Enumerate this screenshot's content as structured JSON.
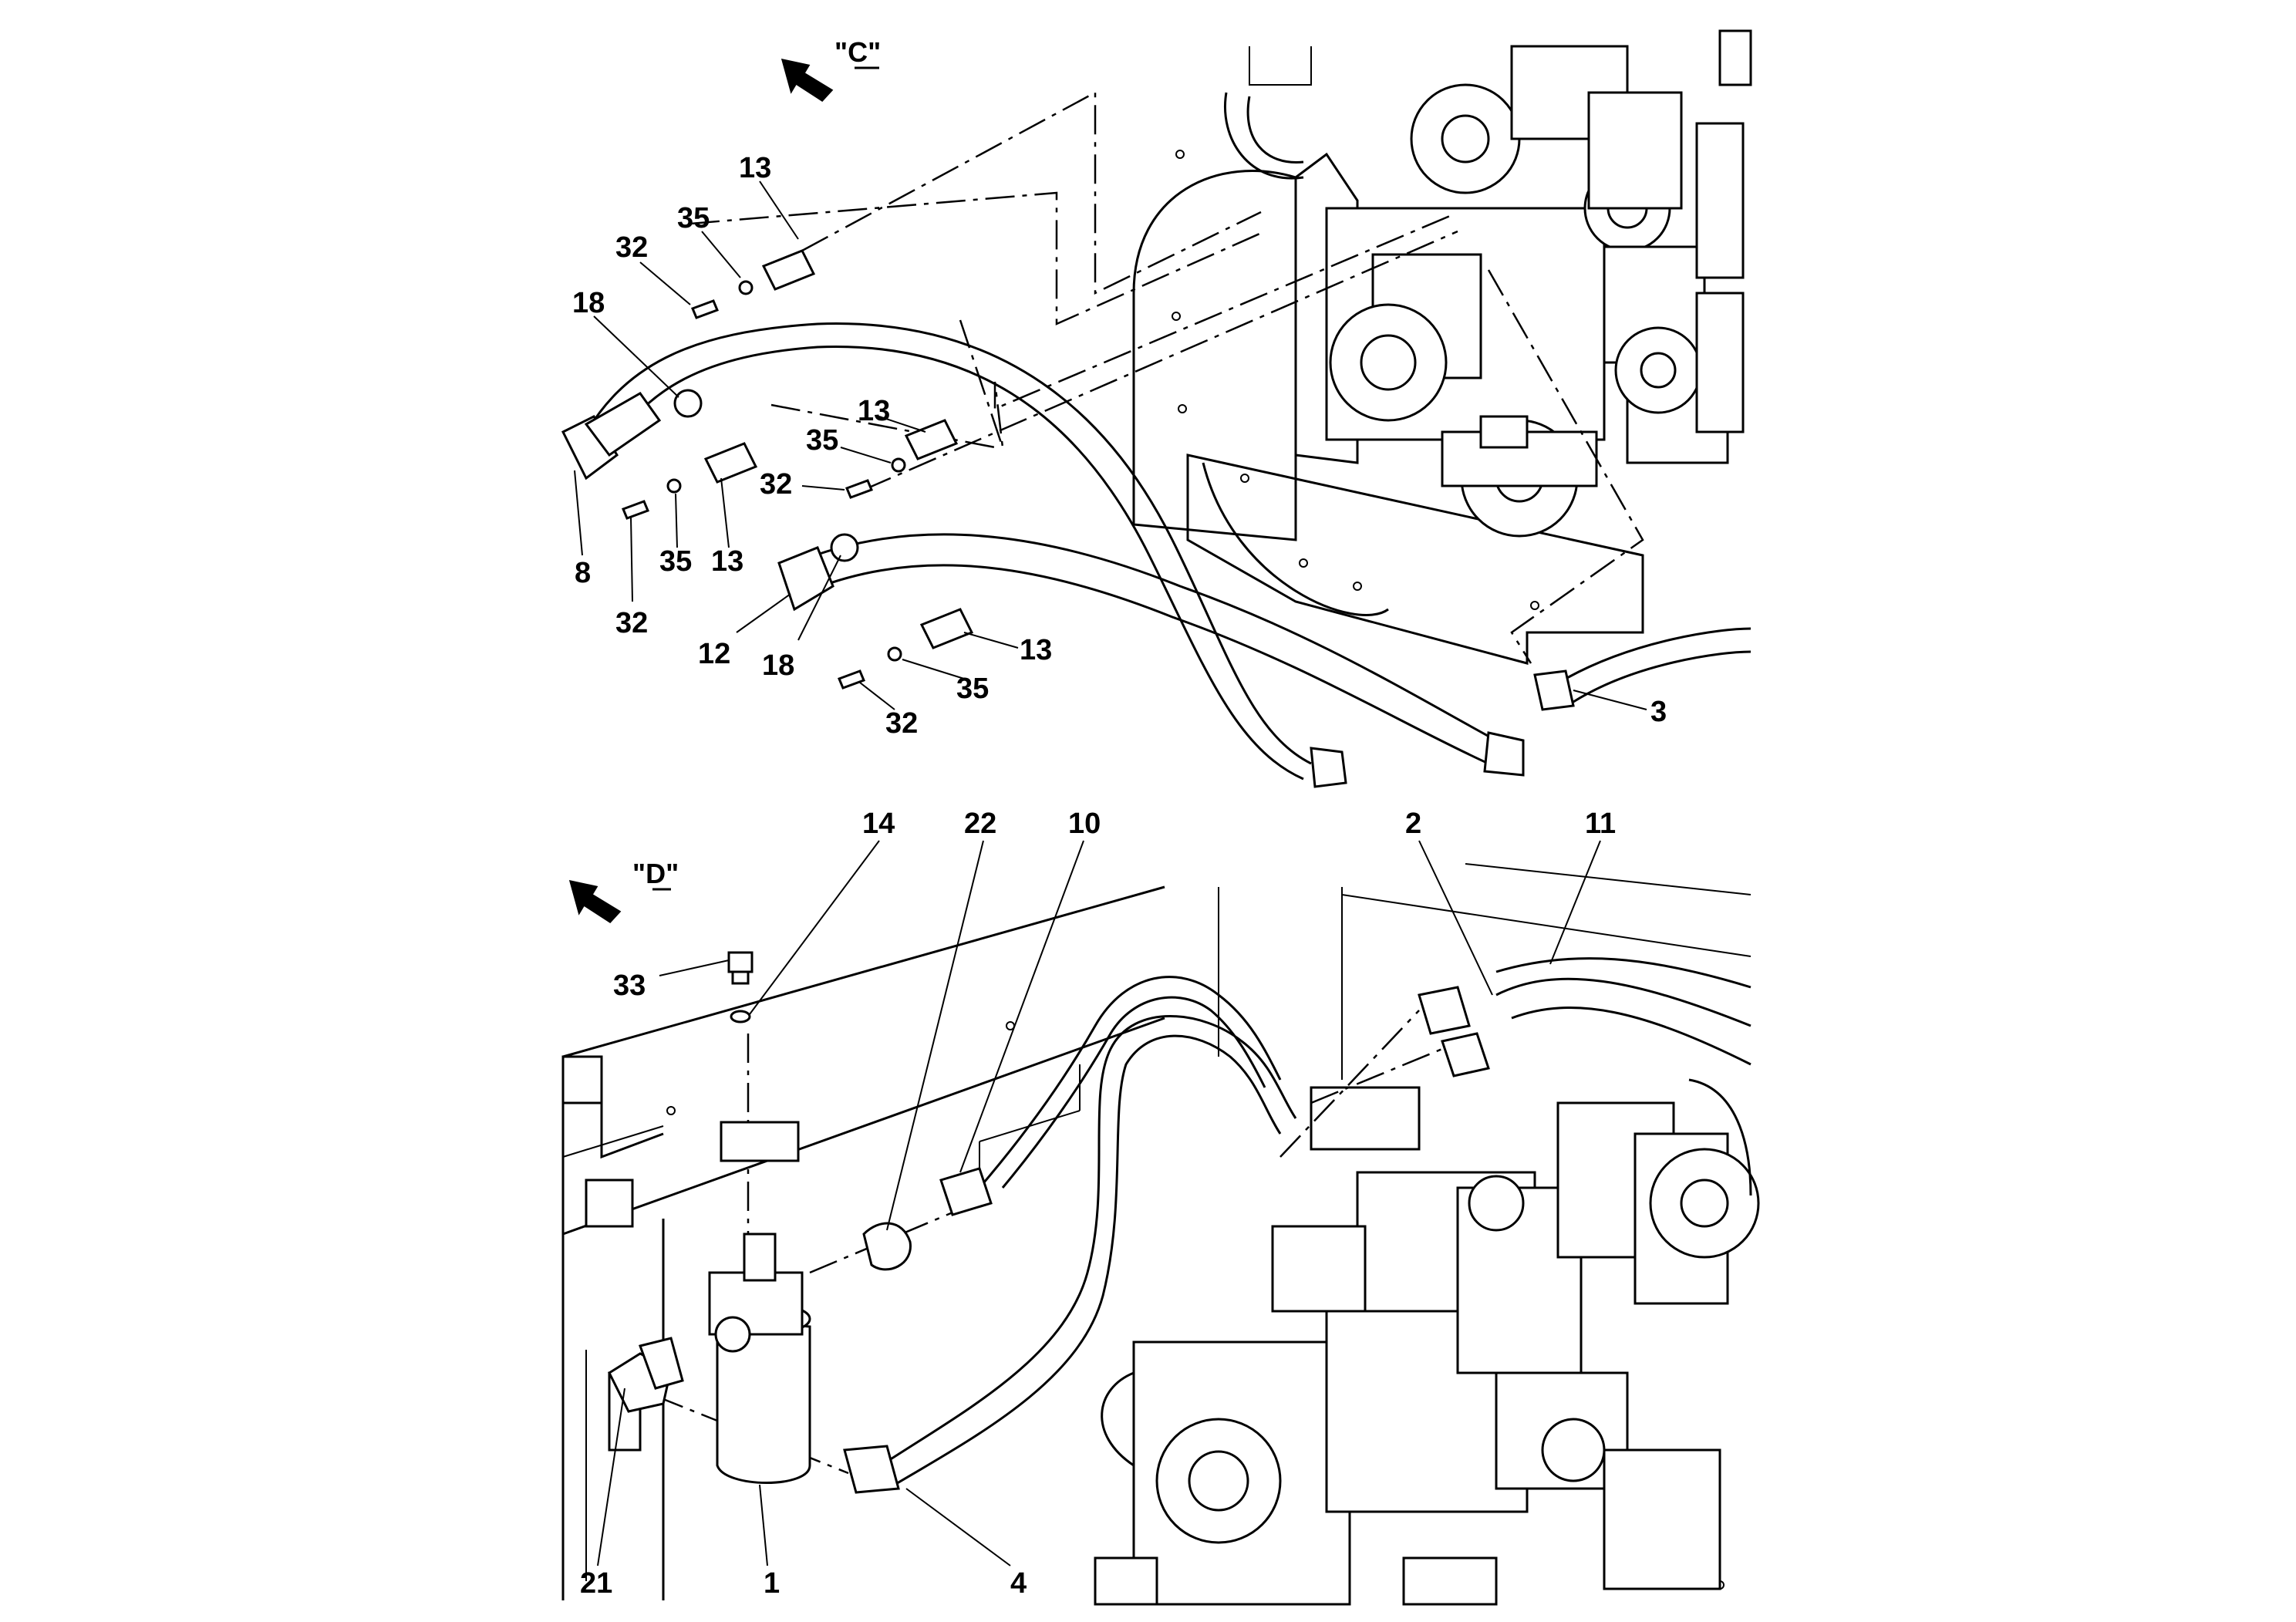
{
  "views": [
    {
      "id": "C",
      "label": "\"C\""
    },
    {
      "id": "D",
      "label": "\"D\""
    }
  ],
  "callouts_top": [
    "13",
    "35",
    "32",
    "18",
    "13",
    "35",
    "32",
    "8",
    "32",
    "35",
    "13",
    "12",
    "18",
    "13",
    "35",
    "32",
    "3"
  ],
  "callouts_bottom": [
    "14",
    "22",
    "10",
    "2",
    "11",
    "33",
    "21",
    "1",
    "4"
  ]
}
